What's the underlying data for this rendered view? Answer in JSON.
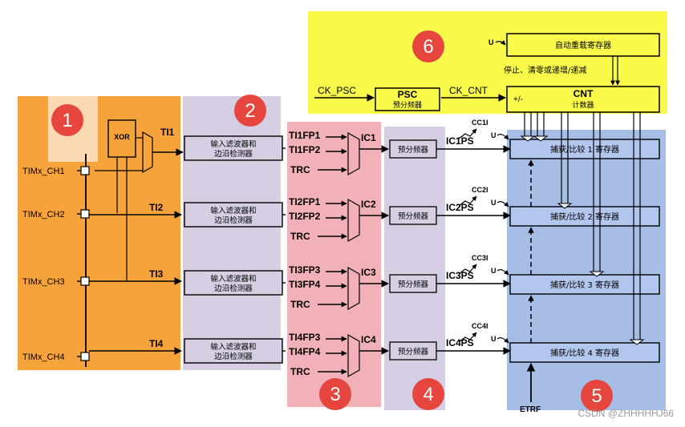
{
  "colors": {
    "zone1": "#f7a33b",
    "zone1_hi": "#fbd9b3",
    "zone2": "#d6cfe3",
    "zone3": "#f2b1b8",
    "zone4": "#d6cfe3",
    "zone5": "#a6bde6",
    "zone6": "#fafa4a",
    "badge": "#e6463d",
    "box": "#b3c6ee"
  },
  "badges": [
    "1",
    "2",
    "3",
    "4",
    "5",
    "6"
  ],
  "inputs": [
    "TIMx_CH1",
    "TIMx_CH2",
    "TIMx_CH3",
    "TIMx_CH4"
  ],
  "xor_label": "XOR",
  "ti_labels": [
    "TI1",
    "TI2",
    "TI3",
    "TI4"
  ],
  "filter_label_line1": "输入滤波器和",
  "filter_label_line2": "边沿检测器",
  "mux": [
    {
      "in1": "TI1FP1",
      "in2": "TI1FP2",
      "trc": "TRC",
      "out": "IC1"
    },
    {
      "in1": "TI2FP1",
      "in2": "TI2FP2",
      "trc": "TRC",
      "out": "IC2"
    },
    {
      "in1": "TI3FP3",
      "in2": "TI3FP4",
      "trc": "TRC",
      "out": "IC3"
    },
    {
      "in1": "TI4FP3",
      "in2": "TI4FP4",
      "trc": "TRC",
      "out": "IC4"
    }
  ],
  "prescaler_label": "预分频器",
  "icps": [
    "IC1PS",
    "IC2PS",
    "IC3PS",
    "IC4PS"
  ],
  "cci": [
    "CC1I",
    "CC2I",
    "CC3I",
    "CC4I"
  ],
  "u_label": "U",
  "ccr": [
    "捕获/比较 1 寄存器",
    "捕获/比较 2 寄存器",
    "捕获/比较 3 寄存器",
    "捕获/比较 4 寄存器"
  ],
  "etrf": "ETRF",
  "top": {
    "arr": "自动重载寄存器",
    "control": "停止、清零或递增/递减",
    "ck_psc": "CK_PSC",
    "psc": "PSC",
    "psc_sub": "预分频器",
    "ck_cnt": "CK_CNT",
    "cnt": "CNT",
    "cnt_sub": "计数器",
    "cnt_dir": "+/-"
  },
  "watermark": "CSDN @ZHHHHHJ66"
}
